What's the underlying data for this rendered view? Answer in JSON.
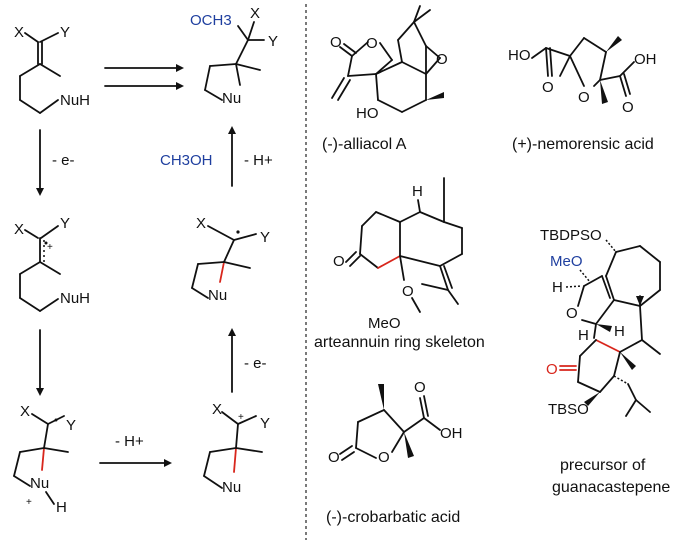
{
  "mechanism": {
    "atom_X": "X",
    "atom_Y": "Y",
    "nucleophile": "NuH",
    "nu": "Nu",
    "nu_h": "H",
    "plus": "+",
    "product_och3": "OCH3",
    "step_oxidation_1": "- e-",
    "step_oxidation_2": "- e-",
    "step_deprotonation_1": "- H+",
    "step_deprotonation_2": "- H+",
    "reagent_methanol": "CH3OH"
  },
  "products": {
    "alliacol": {
      "name": "(-)-alliacol A",
      "O": "O",
      "HO": "HO"
    },
    "nemorensic": {
      "name": "(+)-nemorensic acid",
      "HO": "HO",
      "OH": "OH",
      "O": "O"
    },
    "arteannuin": {
      "name": "arteannuin ring skeleton",
      "H": "H",
      "O": "O",
      "MeO": "MeO"
    },
    "guanacastepene": {
      "name_line1": "precursor of",
      "name_line2": "guanacastepene",
      "TBDPSO": "TBDPSO",
      "MeO": "MeO",
      "H": "H",
      "O": "O",
      "TBSO": "TBSO"
    },
    "crobarbatic": {
      "name": "(-)-crobarbatic acid",
      "O": "O",
      "OH": "OH"
    }
  }
}
